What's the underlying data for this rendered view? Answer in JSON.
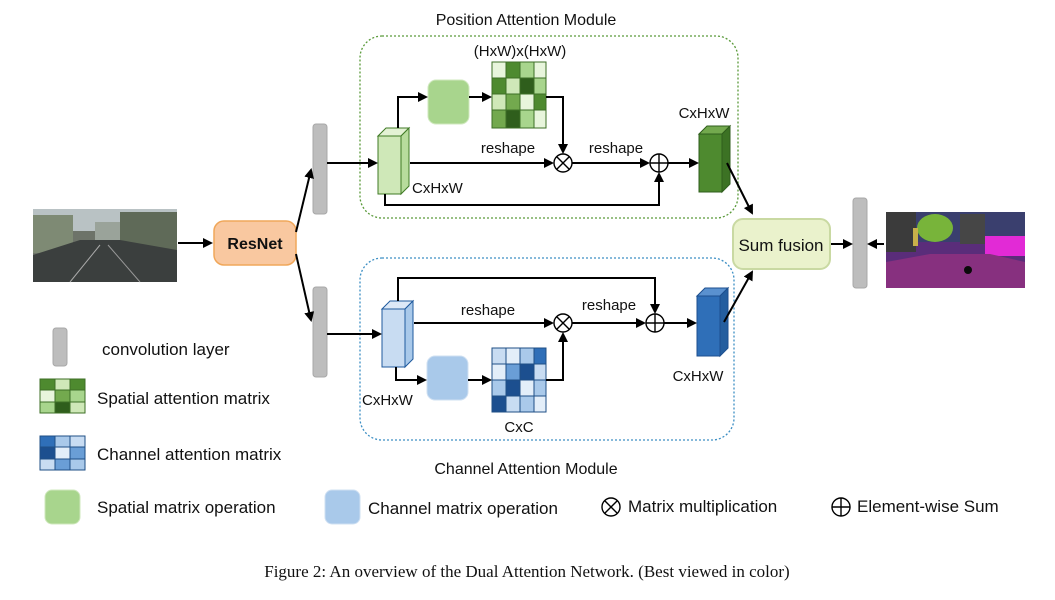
{
  "position_module": {
    "title": "Position Attention Module",
    "matrix_label": "(HxW)x(HxW)",
    "reshape_1": "reshape",
    "reshape_2": "reshape",
    "input_dim": "CxHxW",
    "output_dim": "CxHxW"
  },
  "channel_module": {
    "title": "Channel Attention Module",
    "reshape_1": "reshape",
    "reshape_2": "reshape",
    "input_dim": "CxHxW",
    "matrix_label": "CxC",
    "output_dim": "CxHxW"
  },
  "backbone": {
    "label": "ResNet"
  },
  "fusion": {
    "label": "Sum fusion"
  },
  "legend": {
    "conv_layer": "convolution layer",
    "spatial_matrix": "Spatial attention matrix",
    "channel_matrix": "Channel attention matrix",
    "spatial_op": "Spatial matrix operation",
    "channel_op": "Channel matrix operation",
    "mat_mult": "Matrix multiplication",
    "elem_sum": "Element-wise Sum"
  },
  "caption": "Figure 2: An overview of the Dual Attention Network. (Best viewed in color)",
  "colors": {
    "green_dark": "#4e8a2f",
    "green_light": "#a8d58d",
    "blue_dark": "#2f6fb8",
    "blue_light": "#a9c9ea",
    "conv_gray": "#bdbdbd",
    "resnet_fill": "#f9c8a0",
    "fusion_fill": "#eaf2cc"
  }
}
